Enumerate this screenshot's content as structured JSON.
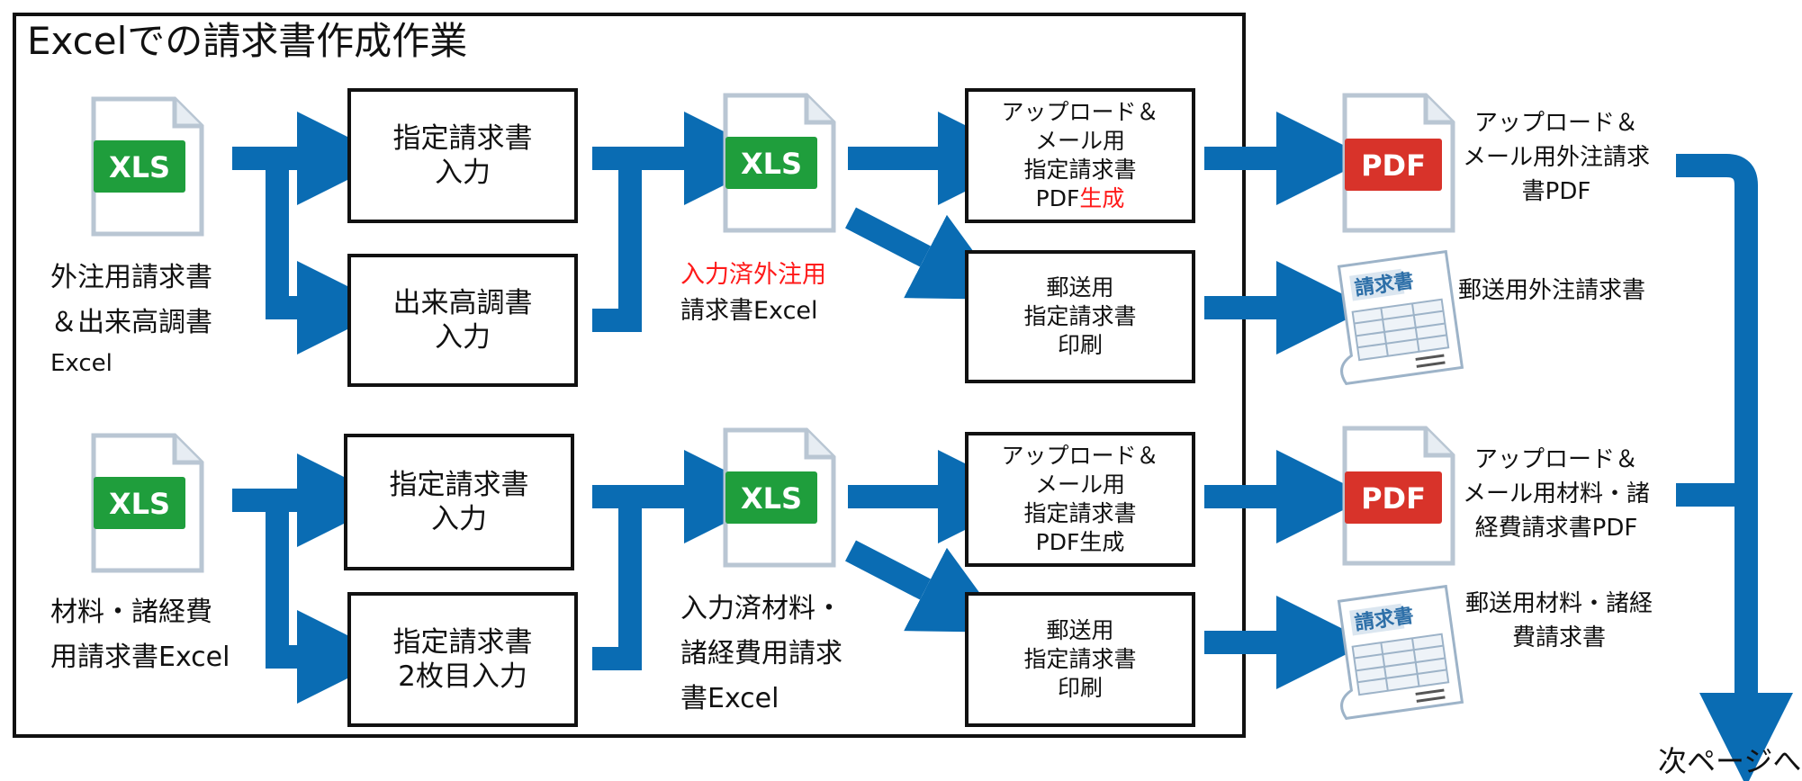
{
  "title": "Excelでの請求書作成作業",
  "colors": {
    "arrow": "#0a6cb3",
    "xls_badge": "#1f9e3c",
    "pdf_badge": "#d8332a",
    "highlight": "#ff1a1a",
    "icon_outline": "#b9c6d3"
  },
  "icons": {
    "xls_label": "XLS",
    "pdf_label": "PDF",
    "invoice_label": "請求書"
  },
  "rows": [
    {
      "source_label": [
        "外注用請求書",
        "＆出来高調書",
        "Excel"
      ],
      "step1": [
        "指定請求書",
        "入力"
      ],
      "step2": [
        "出来高調書",
        "入力"
      ],
      "intermediate_label": {
        "line1": "入力済外注用",
        "line2": "請求書Excel"
      },
      "upload_box": {
        "line1": "アップロード＆",
        "line2": "メール用",
        "line3": "指定請求書",
        "line4a": "PDF",
        "line4b": "生成"
      },
      "mail_box": [
        "郵送用",
        "指定請求書",
        "印刷"
      ],
      "pdf_output": [
        "アップロード＆",
        "メール用外注請求",
        "書PDF"
      ],
      "paper_output": [
        "郵送用外注請求書"
      ]
    },
    {
      "source_label": [
        "材料・諸経費",
        "用請求書Excel"
      ],
      "step1": [
        "指定請求書",
        "入力"
      ],
      "step2": [
        "指定請求書",
        "2枚目入力"
      ],
      "intermediate_label": [
        "入力済材料・",
        "諸経費用請求",
        "書Excel"
      ],
      "upload_box": [
        "アップロード＆",
        "メール用",
        "指定請求書",
        "PDF生成"
      ],
      "mail_box": [
        "郵送用",
        "指定請求書",
        "印刷"
      ],
      "pdf_output": [
        "アップロード＆",
        "メール用材料・諸",
        "経費請求書PDF"
      ],
      "paper_output": [
        "郵送用材料・諸経",
        "費請求書"
      ]
    }
  ],
  "next_page": "次ページへ"
}
